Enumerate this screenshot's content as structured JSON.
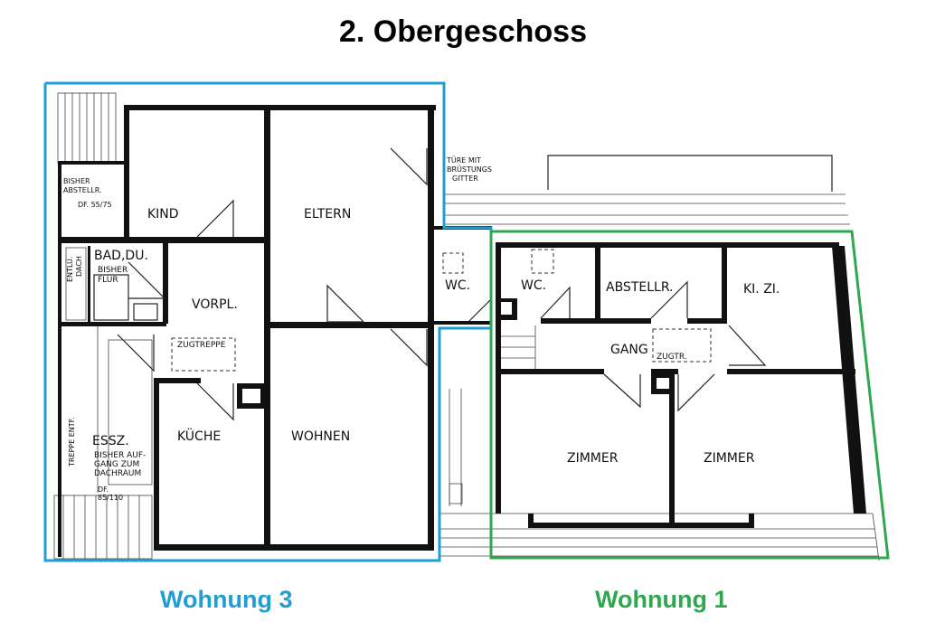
{
  "title": "2. Obergeschoss",
  "colors": {
    "wohnung3": "#1f9ed1",
    "wohnung1": "#2ea84f"
  },
  "units": {
    "wohnung3": "Wohnung 3",
    "wohnung1": "Wohnung 1"
  },
  "rooms": {
    "kind": "KIND",
    "eltern": "ELTERN",
    "bad": "BAD,DU.",
    "bisher_flur": [
      "BISHER",
      "FLUR"
    ],
    "vorpl": "VORPL.",
    "zugtreppe": "ZUGTREPPE",
    "kueche": "KÜCHE",
    "wohnen": "WOHNEN",
    "essz": "ESSZ.",
    "bisher_aufgang": [
      "BISHER AUF-",
      "GANG ZUM",
      "DACHRAUM"
    ],
    "df_85": [
      "DF.",
      "85/110"
    ],
    "treppe_entf": "TREPPE ENTF.",
    "entlue_dach": [
      "ENTLÜ.",
      "DACH"
    ],
    "bisher_abstellr": [
      "BISHER",
      "ABSTELLR."
    ],
    "df_55": "DF. 55/75",
    "wc_mid": "WC.",
    "wc_right": "WC.",
    "abstellr": "ABSTELLR.",
    "klzi": "KI. ZI.",
    "gang": "GANG",
    "zugtr": "ZUGTR.",
    "zimmer_a": "ZIMMER",
    "zimmer_b": "ZIMMER",
    "tuere_note": [
      "TÜRE MIT",
      "BRÜSTUNGS",
      "GITTER"
    ]
  }
}
